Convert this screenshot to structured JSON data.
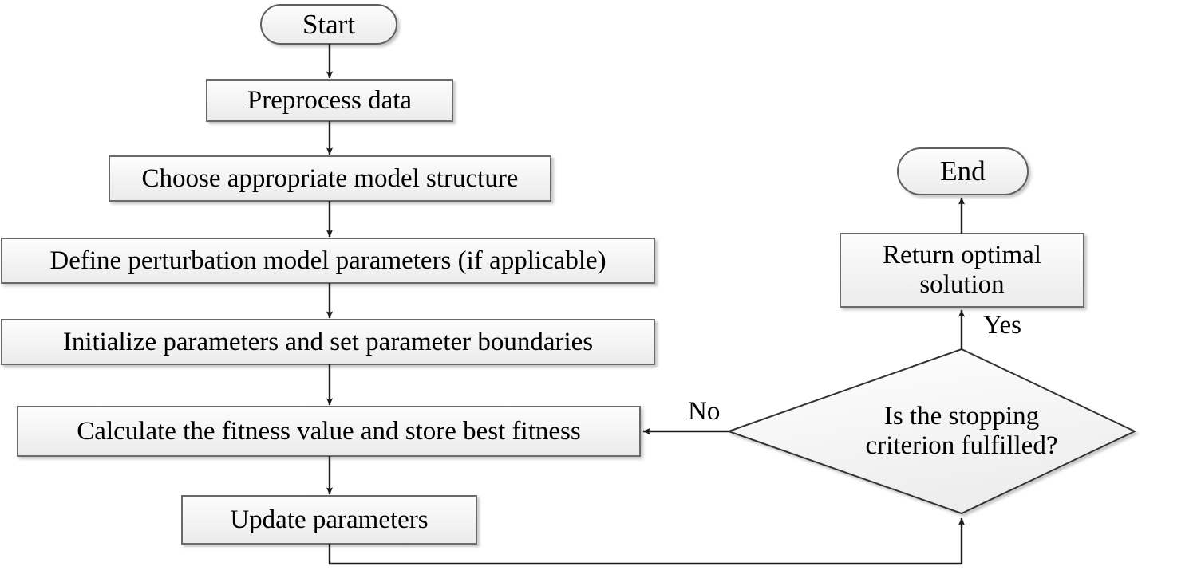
{
  "diagram": {
    "type": "flowchart",
    "title": "",
    "theme": {
      "node_fill_top": "#fdfdfd",
      "node_fill_bottom": "#eeeeee",
      "node_stroke": "#6b6b6b",
      "diamond_stroke": "#333333",
      "edge_color": "#111111",
      "text_color": "#000000",
      "background": "#ffffff"
    },
    "nodes": [
      {
        "id": "start",
        "shape": "terminator",
        "label": "Start"
      },
      {
        "id": "preprocess",
        "shape": "process",
        "label": "Preprocess data"
      },
      {
        "id": "choose",
        "shape": "process",
        "label": "Choose appropriate model structure"
      },
      {
        "id": "define",
        "shape": "process",
        "label": "Define perturbation model parameters (if applicable)"
      },
      {
        "id": "initialize",
        "shape": "process",
        "label": "Initialize parameters and set parameter boundaries"
      },
      {
        "id": "calculate",
        "shape": "process",
        "label": "Calculate the fitness value and store best fitness"
      },
      {
        "id": "update",
        "shape": "process",
        "label": "Update parameters"
      },
      {
        "id": "decision",
        "shape": "decision",
        "label": "Is the stopping\ncriterion fulfilled?"
      },
      {
        "id": "return",
        "shape": "process",
        "label": "Return optimal\nsolution"
      },
      {
        "id": "end",
        "shape": "terminator",
        "label": "End"
      }
    ],
    "edges": [
      {
        "from": "start",
        "to": "preprocess",
        "label": ""
      },
      {
        "from": "preprocess",
        "to": "choose",
        "label": ""
      },
      {
        "from": "choose",
        "to": "define",
        "label": ""
      },
      {
        "from": "define",
        "to": "initialize",
        "label": ""
      },
      {
        "from": "initialize",
        "to": "calculate",
        "label": ""
      },
      {
        "from": "calculate",
        "to": "update",
        "label": ""
      },
      {
        "from": "update",
        "to": "decision",
        "label": ""
      },
      {
        "from": "decision",
        "to": "calculate",
        "label": "No"
      },
      {
        "from": "decision",
        "to": "return",
        "label": "Yes"
      },
      {
        "from": "return",
        "to": "end",
        "label": ""
      }
    ],
    "edge_labels": {
      "no": "No",
      "yes": "Yes"
    }
  }
}
